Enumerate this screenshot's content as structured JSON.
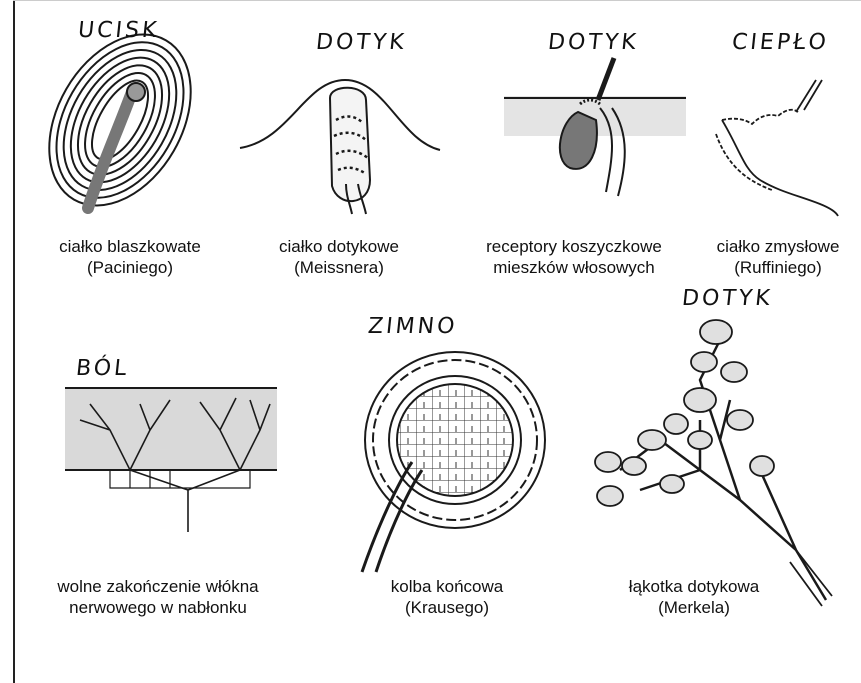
{
  "figure": {
    "items": [
      {
        "handwritten": "UCISK",
        "caption_line1": "ciałko blaszkowate",
        "caption_line2": "(Paciniego)"
      },
      {
        "handwritten": "DOTYK",
        "caption_line1": "ciałko dotykowe",
        "caption_line2": "(Meissnera)"
      },
      {
        "handwritten": "DOTYK",
        "caption_line1": "receptory koszyczkowe",
        "caption_line2": "mieszków włosowych"
      },
      {
        "handwritten": "CIEPŁO",
        "caption_line1": "ciałko zmysłowe",
        "caption_line2": "(Ruffiniego)"
      },
      {
        "handwritten": "BÓL",
        "caption_line1": "wolne zakończenie włókna",
        "caption_line2": "nerwowego w nabłonku"
      },
      {
        "handwritten": "ZIMNO",
        "caption_line1": "kolba końcowa",
        "caption_line2": "(Krausego)"
      },
      {
        "handwritten": "DOTYK",
        "caption_line1": "łąkotka dotykowa",
        "caption_line2": "(Merkela)"
      }
    ]
  },
  "colors": {
    "ink": "#1a1a1a",
    "shade": "#bdbdbd",
    "paper": "#ffffff"
  }
}
